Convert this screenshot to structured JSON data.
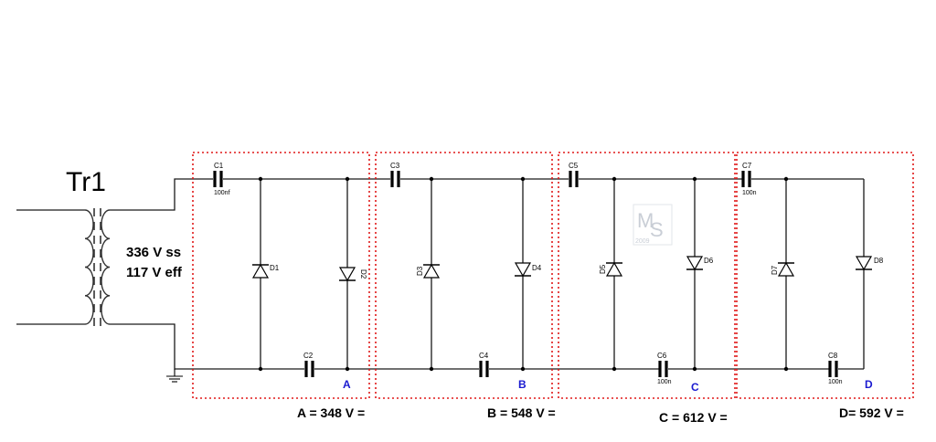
{
  "transformer": {
    "name": "Tr1",
    "voltage_peak": "336 V ss",
    "voltage_rms": "117 V eff"
  },
  "components": {
    "c1": "C1",
    "c1_value": "100nf",
    "c2": "C2",
    "c3": "C3",
    "c4": "C4",
    "c5": "C5",
    "c6": "C6",
    "c6_value": "100n",
    "c7": "C7",
    "c7_value": "100n",
    "c8": "C8",
    "c8_value": "100n",
    "d1": "D1",
    "d2": "D2",
    "d3": "D3",
    "d4": "D4",
    "d5": "D5",
    "d6": "D6",
    "d7": "D7",
    "d8": "D8"
  },
  "stages": [
    {
      "label": "A",
      "measurement": "A = 348 V ="
    },
    {
      "label": "B",
      "measurement": "B = 548 V ="
    },
    {
      "label": "C",
      "measurement": "C = 612 V ="
    },
    {
      "label": "D",
      "measurement": "D= 592 V ="
    }
  ],
  "watermark": {
    "letter1": "M",
    "letter2": "S",
    "year": "2009"
  },
  "colors": {
    "stage_border": "#e01818",
    "stage_label": "#1a1ad0",
    "watermark": "#c9ced6"
  }
}
